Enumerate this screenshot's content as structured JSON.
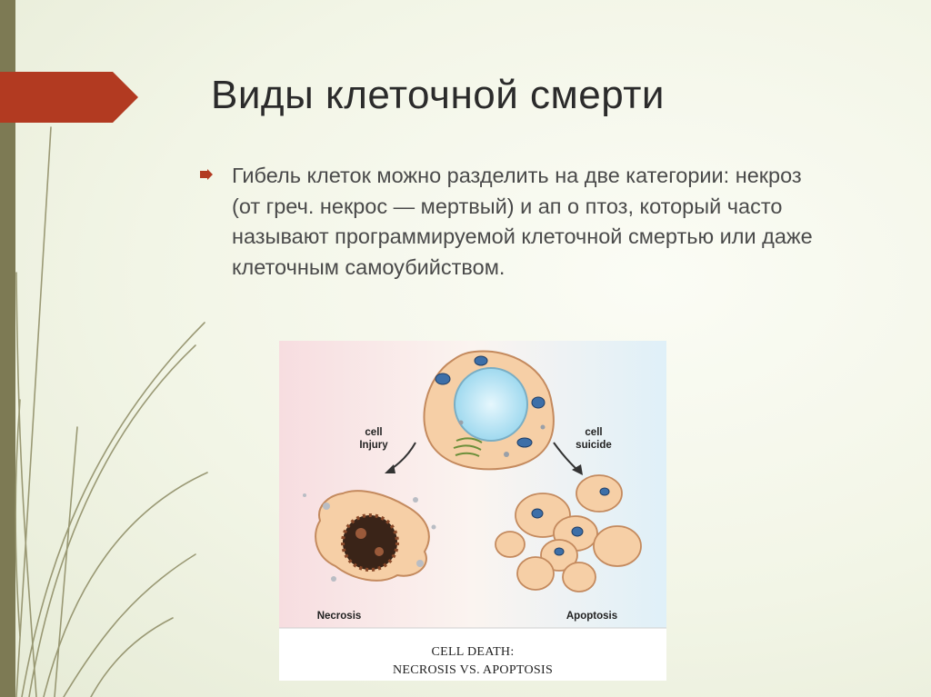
{
  "slide": {
    "title": "Виды клеточной смерти",
    "bullet_text": "Гибель клеток можно разделить на две категории: некроз (от греч. некрос — мертвый) и ап о птоз, который часто называют программируемой клеточной смертью или даже клеточным самоубийством."
  },
  "figure": {
    "label_cell_injury_1": "cell",
    "label_cell_injury_2": "Injury",
    "label_cell_suicide_1": "cell",
    "label_cell_suicide_2": "suicide",
    "label_necrosis": "Necrosis",
    "label_apoptosis": "Apoptosis",
    "caption_line1": "CELL DEATH:",
    "caption_line2": "NECROSIS VS. APOPTOSIS"
  },
  "colors": {
    "accent_arrow": "#b23a21",
    "left_bar": "#7d7a54",
    "cell_fill": "#f6cfa6",
    "nucleus": "#bfe6f5"
  }
}
